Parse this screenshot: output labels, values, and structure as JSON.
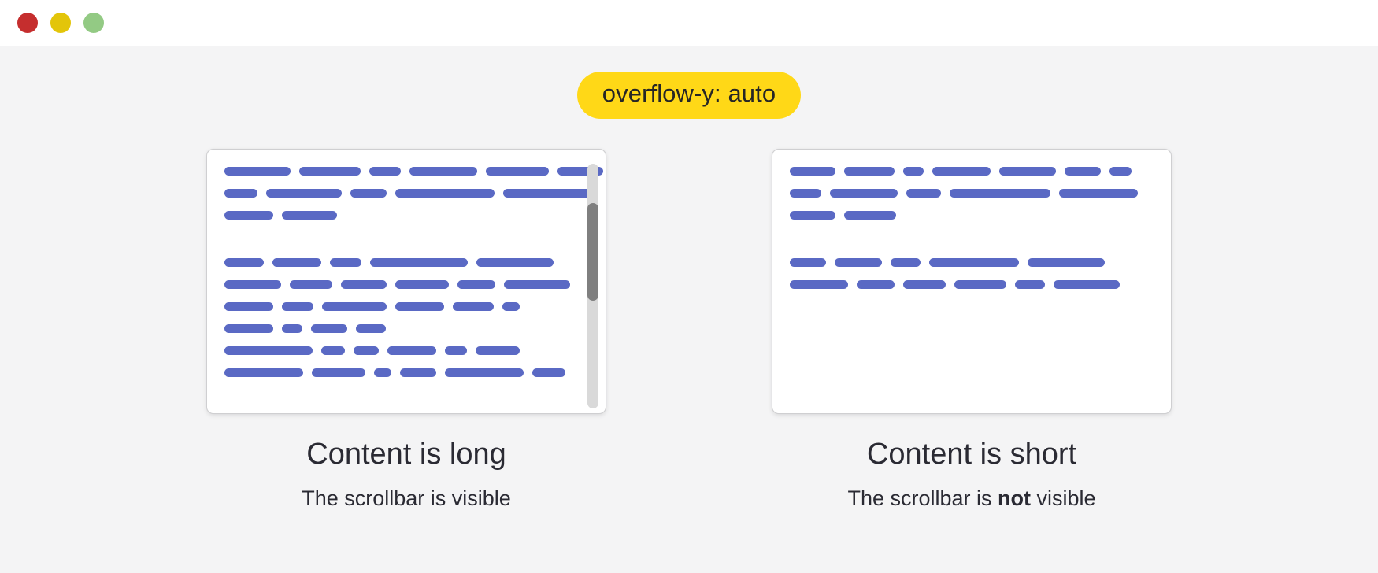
{
  "window": {
    "traffic_lights": [
      {
        "name": "close-button",
        "color": "#c52e2e"
      },
      {
        "name": "minimize-button",
        "color": "#e3c50a"
      },
      {
        "name": "maximize-button",
        "color": "#93ca84"
      }
    ]
  },
  "badge": {
    "label": "overflow-y: auto",
    "background": "#ffd817",
    "text_color": "#262626"
  },
  "theme": {
    "page_background": "#f4f4f5",
    "titlebar_background": "#ffffff",
    "card_background": "#ffffff",
    "card_border": "#cfcfd1",
    "skeleton_color": "#5a69c4",
    "scrollbar_track": "#d9d9d9",
    "scrollbar_thumb": "#7f7f7f",
    "text_color": "#2a2a33"
  },
  "panels": [
    {
      "id": "long-content",
      "title": "Content is long",
      "subtitle_prefix": "The scrollbar is",
      "subtitle_emphasis": "",
      "subtitle_suffix": " visible",
      "scrollbar_visible": true,
      "scrollbar": {
        "thumb_top_pct": 16,
        "thumb_height_pct": 40
      },
      "lines": [
        {
          "words": [
            84,
            78,
            40,
            86,
            80,
            58,
            28
          ],
          "gap_after": false
        },
        {
          "words": [
            42,
            96,
            46,
            126,
            120
          ],
          "gap_after": false
        },
        {
          "words": [
            62,
            70
          ],
          "gap_after": true
        },
        {
          "words": [
            50,
            62,
            40,
            124,
            98
          ],
          "gap_after": false
        },
        {
          "words": [
            72,
            54,
            58,
            68,
            48,
            84
          ],
          "gap_after": false
        },
        {
          "words": [
            62,
            40,
            82,
            62,
            52,
            22
          ],
          "gap_after": false
        },
        {
          "words": [
            62,
            26,
            46,
            38
          ],
          "gap_after": false
        },
        {
          "words": [
            112,
            30,
            32,
            62,
            28,
            56
          ],
          "gap_after": false
        },
        {
          "words": [
            100,
            68,
            22,
            46,
            100,
            42
          ],
          "gap_after": false
        }
      ]
    },
    {
      "id": "short-content",
      "title": "Content is short",
      "subtitle_prefix": "The scrollbar is ",
      "subtitle_emphasis": "not",
      "subtitle_suffix": " visible",
      "scrollbar_visible": false,
      "lines": [
        {
          "words": [
            58,
            64,
            26,
            74,
            72,
            46,
            28
          ],
          "gap_after": false
        },
        {
          "words": [
            40,
            86,
            44,
            128,
            100
          ],
          "gap_after": false
        },
        {
          "words": [
            58,
            66
          ],
          "gap_after": true
        },
        {
          "words": [
            46,
            60,
            38,
            114,
            98
          ],
          "gap_after": false
        },
        {
          "words": [
            74,
            48,
            54,
            66,
            38,
            84
          ],
          "gap_after": false
        }
      ]
    }
  ]
}
